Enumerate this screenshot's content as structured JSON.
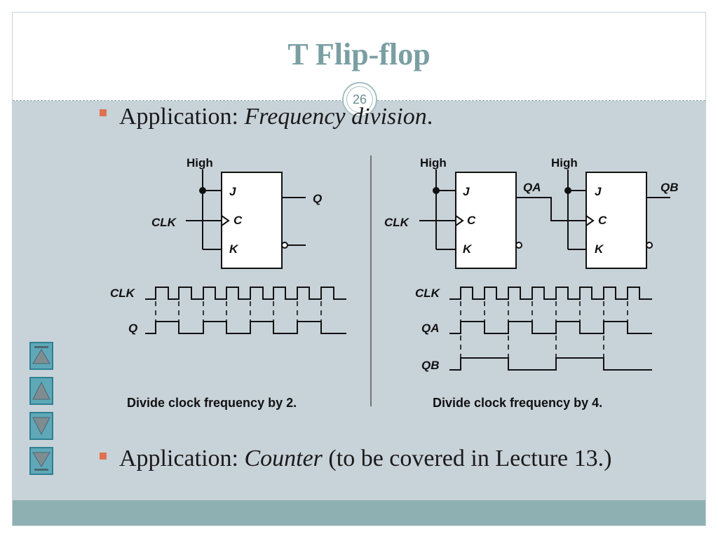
{
  "slide": {
    "title": "T Flip-flop",
    "page_number": "26"
  },
  "bullets": [
    {
      "prefix": "Application: ",
      "emphasis": "Frequency division",
      "suffix": "."
    },
    {
      "prefix": "Application: ",
      "emphasis": "Counter",
      "suffix": " (to be covered in Lecture 13.)"
    }
  ],
  "left_circuit": {
    "high_label": "High",
    "clk_label": "CLK",
    "j_label": "J",
    "c_label": "C",
    "k_label": "K",
    "q_label": "Q",
    "wave_clk_label": "CLK",
    "wave_q_label": "Q",
    "caption": "Divide clock frequency by 2."
  },
  "right_circuit": {
    "high_a_label": "High",
    "high_b_label": "High",
    "clk_label": "CLK",
    "j_a_label": "J",
    "c_a_label": "C",
    "k_a_label": "K",
    "j_b_label": "J",
    "c_b_label": "C",
    "k_b_label": "K",
    "qa_label": "QA",
    "qb_label": "QB",
    "wave_clk_label": "CLK",
    "wave_qa_label": "QA",
    "wave_qb_label": "QB",
    "caption": "Divide clock frequency by 4."
  },
  "nav_icons": [
    "first-slide-icon",
    "previous-slide-icon",
    "next-slide-icon",
    "last-slide-icon"
  ],
  "colors": {
    "title": "#7a9fa3",
    "body_background": "#c8d2d9",
    "footer": "#8fb0b3",
    "bullet": "#e0714f",
    "nav_button": "#5fa8b8"
  }
}
